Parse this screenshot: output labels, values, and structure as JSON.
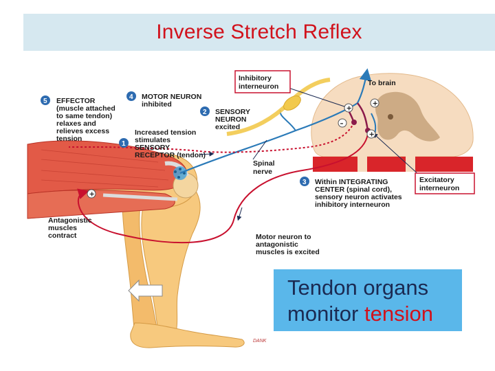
{
  "title": "Inverse Stretch Reflex",
  "steps": [
    {
      "num": "1",
      "lines": [
        "Increased tension",
        "stimulates",
        "SENSORY",
        "RECEPTOR (tendon)"
      ]
    },
    {
      "num": "2",
      "lines": [
        "SENSORY",
        "NEURON",
        "excited"
      ]
    },
    {
      "num": "3",
      "lines": [
        "Within INTEGRATING",
        "CENTER (spinal cord),",
        "sensory neuron activates",
        "inhibitory interneuron"
      ]
    },
    {
      "num": "4",
      "lines": [
        "MOTOR NEURON",
        "inhibited"
      ]
    },
    {
      "num": "5",
      "lines": [
        "EFFECTOR",
        "(muscle attached",
        "to same tendon)",
        "relaxes and",
        "relieves excess",
        "tension"
      ]
    }
  ],
  "labels": {
    "inhibitory_interneuron": [
      "Inhibitory",
      "interneuron"
    ],
    "to_brain": "To brain",
    "spinal_nerve": [
      "Spinal",
      "nerve"
    ],
    "excitatory_interneuron": [
      "Excitatory",
      "interneuron"
    ],
    "antagonistic": [
      "Antagonistic",
      "muscles",
      "contract"
    ],
    "motor_antagonistic": [
      "Motor neuron to",
      "antagonistic",
      "muscles is excited"
    ],
    "artist": "DANK"
  },
  "signs": {
    "plus": "+",
    "minus": "–"
  },
  "callout": {
    "line1": "Tendon organs",
    "line2_pre": "monitor ",
    "line2_accent": "tension"
  },
  "colors": {
    "title": "#d1121c",
    "callout_bg": "#5ab7ea",
    "step_badge": "#2d6bb0",
    "neuron_red": "#c8102e",
    "neuron_blue": "#2a7ab8",
    "nerve_yellow": "#f2c94c"
  }
}
